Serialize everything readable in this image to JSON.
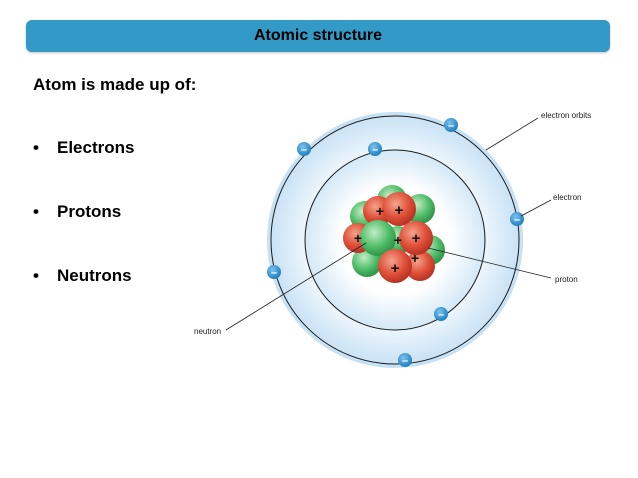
{
  "header": {
    "title": "Atomic structure"
  },
  "content": {
    "subtitle": "Atom is made up of:",
    "bullet_marker": "•",
    "bullets": [
      "Electrons",
      "Protons",
      "Neutrons"
    ]
  },
  "diagram": {
    "labels": {
      "electron_orbits": "electron orbits",
      "electron": "electron",
      "proton": "proton",
      "neutron": "neutron"
    },
    "electron_sign": "–",
    "proton_sign": "+",
    "colors": {
      "title_bar": "#3399c6",
      "electron": "#2f8fcb",
      "proton": "#e0503a",
      "neutron": "#52bf6a",
      "orbit_glow": "#cfe6f6"
    }
  }
}
